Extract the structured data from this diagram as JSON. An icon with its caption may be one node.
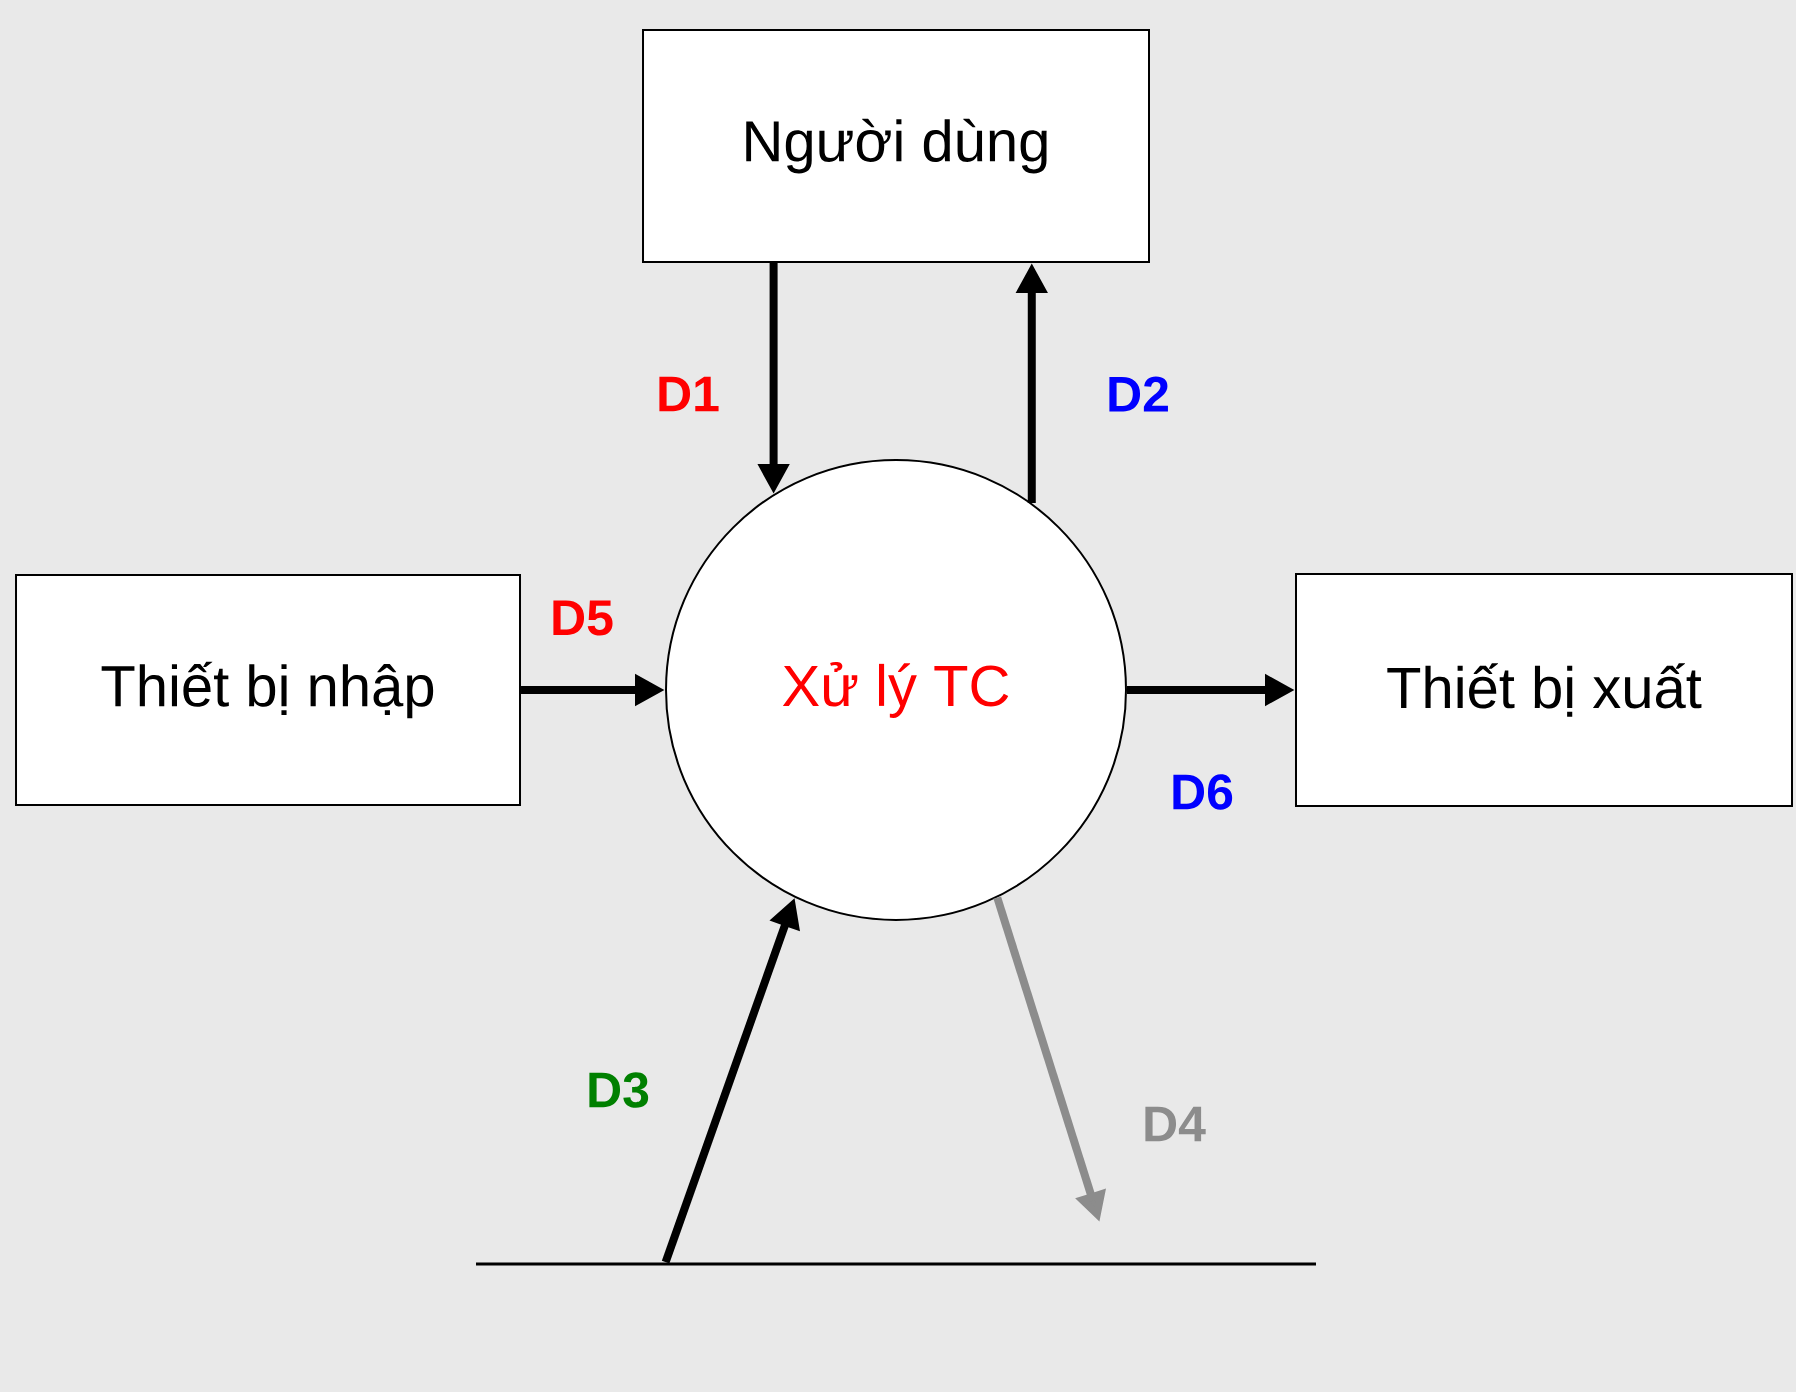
{
  "diagram": {
    "nodes": [
      {
        "text": [
          "Người dùng"
        ]
      },
      {
        "text": [
          "Thiết bị nhập"
        ]
      },
      {
        "text": [
          "Xử lý TC"
        ]
      },
      {
        "text": [
          "Thiết bị xuất"
        ]
      },
      {
        "text": [],
        "shape": "line"
      }
    ],
    "edges": [
      {
        "from": 0,
        "to": 2,
        "arrow": "to",
        "label": "D1"
      },
      {
        "from": 2,
        "to": 0,
        "arrow": "to",
        "label": "D2"
      },
      {
        "from": 4,
        "to": 2,
        "arrow": "to",
        "label": "D3"
      },
      {
        "from": 2,
        "to": 4,
        "arrow": "to",
        "label": "D4",
        "color": "#8c8c8c"
      },
      {
        "from": 1,
        "to": 2,
        "arrow": "to",
        "label": "D5"
      },
      {
        "from": 2,
        "to": 3,
        "arrow": "to",
        "label": "D6"
      }
    ]
  }
}
